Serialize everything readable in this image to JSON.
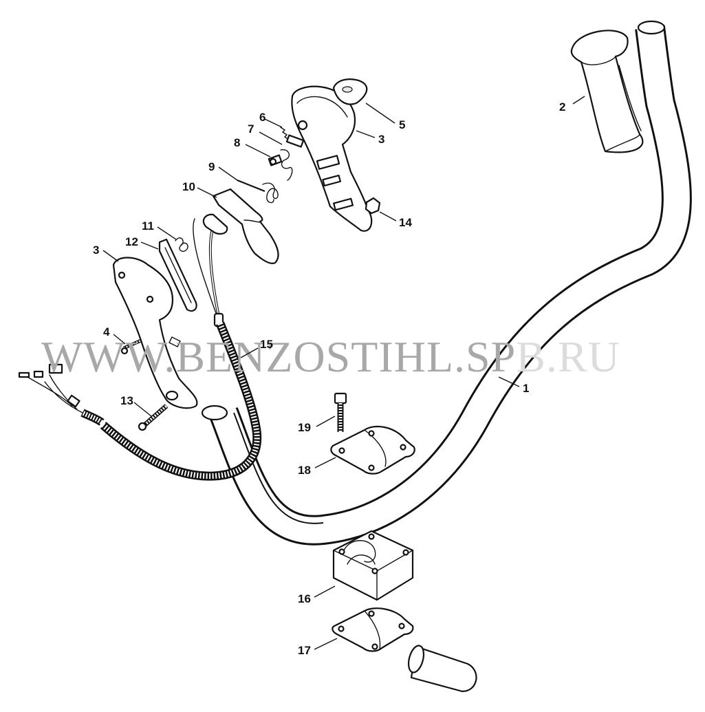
{
  "watermark": {
    "dark": "WWW.BENZOSTIHL.SP",
    "light": "B.RU",
    "dark_color": "#a8a8a8",
    "light_color": "#dcdcdc"
  },
  "callouts": [
    {
      "id": "c1",
      "label": "1"
    },
    {
      "id": "c2",
      "label": "2"
    },
    {
      "id": "c3a",
      "label": "3"
    },
    {
      "id": "c3b",
      "label": "3"
    },
    {
      "id": "c4",
      "label": "4"
    },
    {
      "id": "c5",
      "label": "5"
    },
    {
      "id": "c6",
      "label": "6"
    },
    {
      "id": "c7",
      "label": "7"
    },
    {
      "id": "c8",
      "label": "8"
    },
    {
      "id": "c9",
      "label": "9"
    },
    {
      "id": "c10",
      "label": "10"
    },
    {
      "id": "c11",
      "label": "11"
    },
    {
      "id": "c12",
      "label": "12"
    },
    {
      "id": "c13",
      "label": "13"
    },
    {
      "id": "c14",
      "label": "14"
    },
    {
      "id": "c15",
      "label": "15"
    },
    {
      "id": "c16",
      "label": "16"
    },
    {
      "id": "c17",
      "label": "17"
    },
    {
      "id": "c18",
      "label": "18"
    },
    {
      "id": "c19",
      "label": "19"
    }
  ]
}
